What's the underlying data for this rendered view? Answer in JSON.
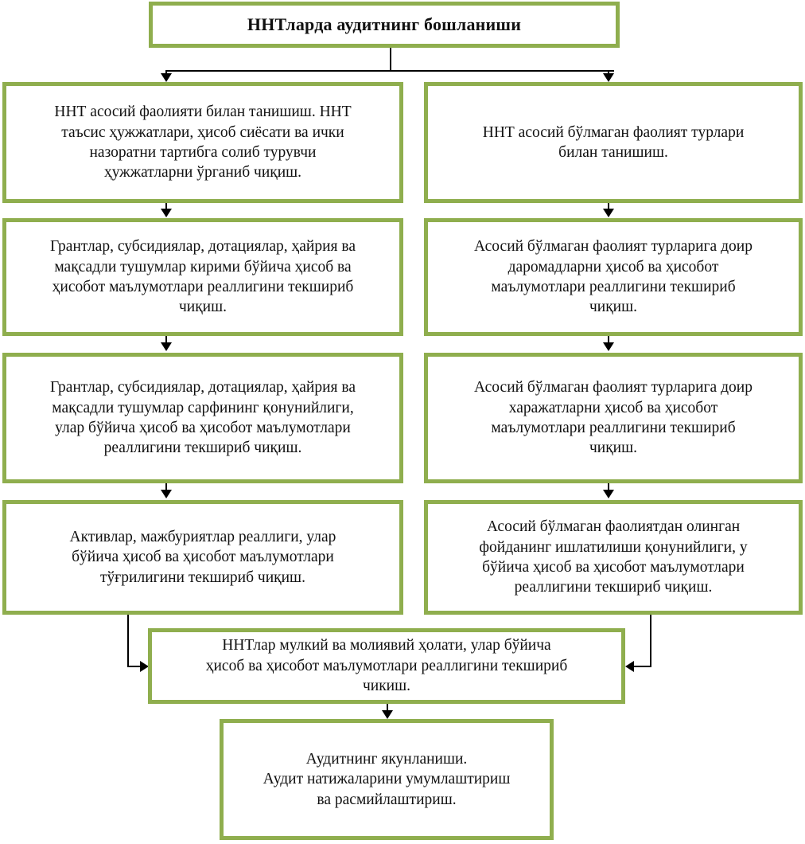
{
  "diagram": {
    "title_box": {
      "text": "ННТларда аудитнинг бошланиши"
    },
    "left_column": [
      {
        "id": "l1",
        "text": "ННТ асосий фаолияти билан танишиш. ННТ\nтаъсис ҳужжатлари, ҳисоб сиёсати ва ички\nназоратни тартибга солиб турувчи\nҳужжатларни ўрганиб чиқиш."
      },
      {
        "id": "l2",
        "text": "Грантлар, субсидиялар, дотациялар, ҳайрия ва\nмақсадли тушумлар кирими бўйича ҳисоб ва\nҳисобот маълумотлари реаллигини текшириб\nчиқиш."
      },
      {
        "id": "l3",
        "text": "Грантлар, субсидиялар, дотациялар, ҳайрия ва\nмақсадли тушумлар сарфининг қонунийлиги,\nулар бўйича ҳисоб ва ҳисобот маълумотлари\nреаллигини текшириб чиқиш."
      },
      {
        "id": "l4",
        "text": "Активлар, мажбуриятлар реаллиги, улар\nбўйича ҳисоб ва ҳисобот маълумотлари\nтўғрилигини текшириб чиқиш."
      }
    ],
    "right_column": [
      {
        "id": "r1",
        "text": "ННТ асосий бўлмаган фаолият турлари\nбилан танишиш."
      },
      {
        "id": "r2",
        "text": "Асосий бўлмаган фаолият турларига доир\nдаромадларни ҳисоб ва ҳисобот\nмаълумотлари реаллигини текшириб\nчиқиш."
      },
      {
        "id": "r3",
        "text": "Асосий бўлмаган фаолият турларига доир\nхаражатларни ҳисоб ва ҳисобот\nмаълумотлари реаллигини текшириб\nчиқиш."
      },
      {
        "id": "r4",
        "text": "Асосий бўлмаган фаолиятдан олинган\nфойданинг ишлатилиши қонунийлиги, у\nбўйича ҳисоб ва ҳисобот маълумотлари\nреаллигини текшириб чиқиш."
      }
    ],
    "merge_box": {
      "text": "ННТлар мулкий ва молиявий ҳолати, улар бўйича\nҳисоб ва ҳисобот маълумотлари реаллигини текшириб\nчикиш."
    },
    "final_box": {
      "text": "Аудитнинг якунланиши.\nАудит натижаларини умумлаштириш\nва расмийлаштириш."
    },
    "colors": {
      "box_border": "#8fae4e",
      "box_fill": "#ffffff",
      "connector": "#000000",
      "page_background": "#ffffff"
    }
  }
}
